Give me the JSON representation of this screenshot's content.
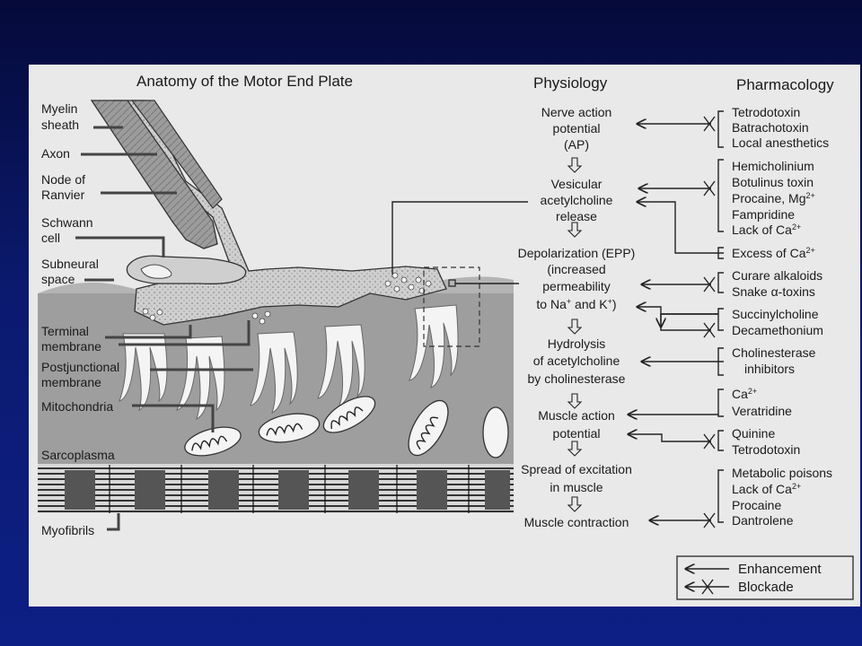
{
  "titles": {
    "anatomy": "Anatomy of the Motor End Plate",
    "physiology": "Physiology",
    "pharmacology": "Pharmacology"
  },
  "anatomy_labels": {
    "myelin_1": "Myelin",
    "myelin_2": "sheath",
    "axon": "Axon",
    "node_1": "Node of",
    "node_2": "Ranvier",
    "schwann_1": "Schwann",
    "schwann_2": "cell",
    "subneural_1": "Subneural",
    "subneural_2": "space",
    "terminal_1": "Terminal",
    "terminal_2": "membrane",
    "postjunctional_1": "Postjunctional",
    "postjunctional_2": "membrane",
    "mitochondria": "Mitochondria",
    "sarcoplasma": "Sarcoplasma",
    "myofibrils": "Myofibrils"
  },
  "physiology": {
    "s1_l1": "Nerve action",
    "s1_l2": "potential",
    "s1_l3": "(AP)",
    "s2_l1": "Vesicular",
    "s2_l2": "acetylcholine",
    "s2_l3": "release",
    "s3_l1": "Depolarization (EPP)",
    "s3_l2": "(increased",
    "s3_l3": "permeability",
    "s3_l4a": "to Na",
    "s3_l4b": "+",
    "s3_l4c": " and K",
    "s3_l4d": "+",
    "s3_l4e": ")",
    "s4_l1": "Hydrolysis",
    "s4_l2": "of acetylcholine",
    "s4_l3": "by cholinesterase",
    "s5_l1": "Muscle action",
    "s5_l2": "potential",
    "s6_l1": "Spread of excitation",
    "s6_l2": "in muscle",
    "s7_l1": "Muscle contraction"
  },
  "pharmacology": {
    "g1_1": "Tetrodotoxin",
    "g1_2": "Batrachotoxin",
    "g1_3": "Local anesthetics",
    "g2_1": "Hemicholinium",
    "g2_2": "Botulinus toxin",
    "g2_3a": "Procaine, Mg",
    "g2_3b": "2+",
    "g2_4": "Fampridine",
    "g2_5a": "Lack of Ca",
    "g2_5b": "2+",
    "g3_1a": "Excess of Ca",
    "g3_1b": "2+",
    "g4_1": "Curare alkaloids",
    "g4_2": "Snake α-toxins",
    "g5_1": "Succinylcholine",
    "g5_2": "Decamethonium",
    "g6_1": "Cholinesterase",
    "g6_2": "inhibitors",
    "g7_1a": "Ca",
    "g7_1b": "2+",
    "g7_2": "Veratridine",
    "g8_1": "Quinine",
    "g8_2": "Tetrodotoxin",
    "g9_1": "Metabolic poisons",
    "g9_2a": "Lack of Ca",
    "g9_2b": "2+",
    "g9_3": "Procaine",
    "g9_4": "Dantrolene"
  },
  "legend": {
    "enhancement": "Enhancement",
    "blockade": "Blockade"
  },
  "colors": {
    "background_top": "#050a3a",
    "background_bottom": "#0d1f85",
    "figure_bg": "#e9e9e9",
    "ink": "#1a1a1a"
  }
}
